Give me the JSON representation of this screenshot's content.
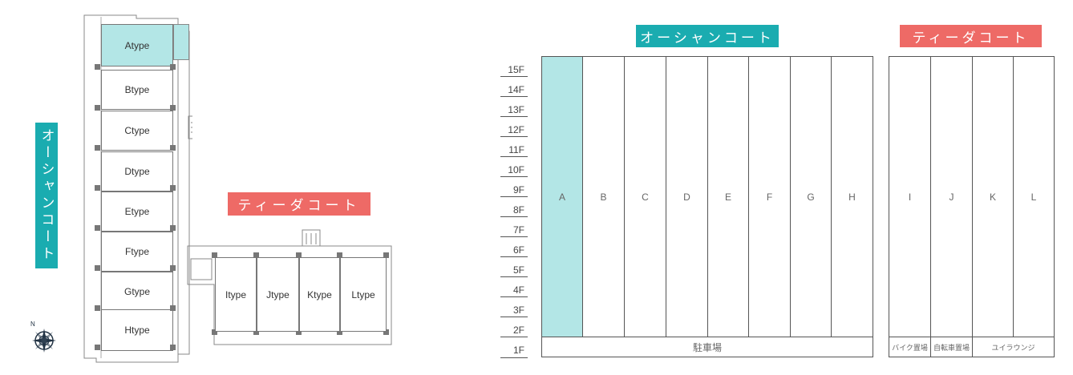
{
  "labels": {
    "ocean_court": "オーシャンコート",
    "tida_court": "ティーダコート"
  },
  "plan": {
    "ocean_units": [
      "Atype",
      "Btype",
      "Ctype",
      "Dtype",
      "Etype",
      "Ftype",
      "Gtype",
      "Htype"
    ],
    "tida_units": [
      "Itype",
      "Jtype",
      "Ktype",
      "Ltype"
    ],
    "highlight_unit": "Atype",
    "compass_letter": "N"
  },
  "section": {
    "floors": [
      "15F",
      "14F",
      "13F",
      "12F",
      "11F",
      "10F",
      "9F",
      "8F",
      "7F",
      "6F",
      "5F",
      "4F",
      "3F",
      "2F",
      "1F"
    ],
    "ocean_columns": [
      "A",
      "B",
      "C",
      "D",
      "E",
      "F",
      "G",
      "H"
    ],
    "tida_columns": [
      "I",
      "J",
      "K",
      "L"
    ],
    "ocean_ground": "駐車場",
    "tida_ground": [
      "バイク置場",
      "自転車置場",
      "ユイラウンジ"
    ],
    "highlight_column": "A"
  },
  "colors": {
    "teal": "#1aacb0",
    "red": "#ee6a66",
    "highlight": "#b3e6e6"
  }
}
